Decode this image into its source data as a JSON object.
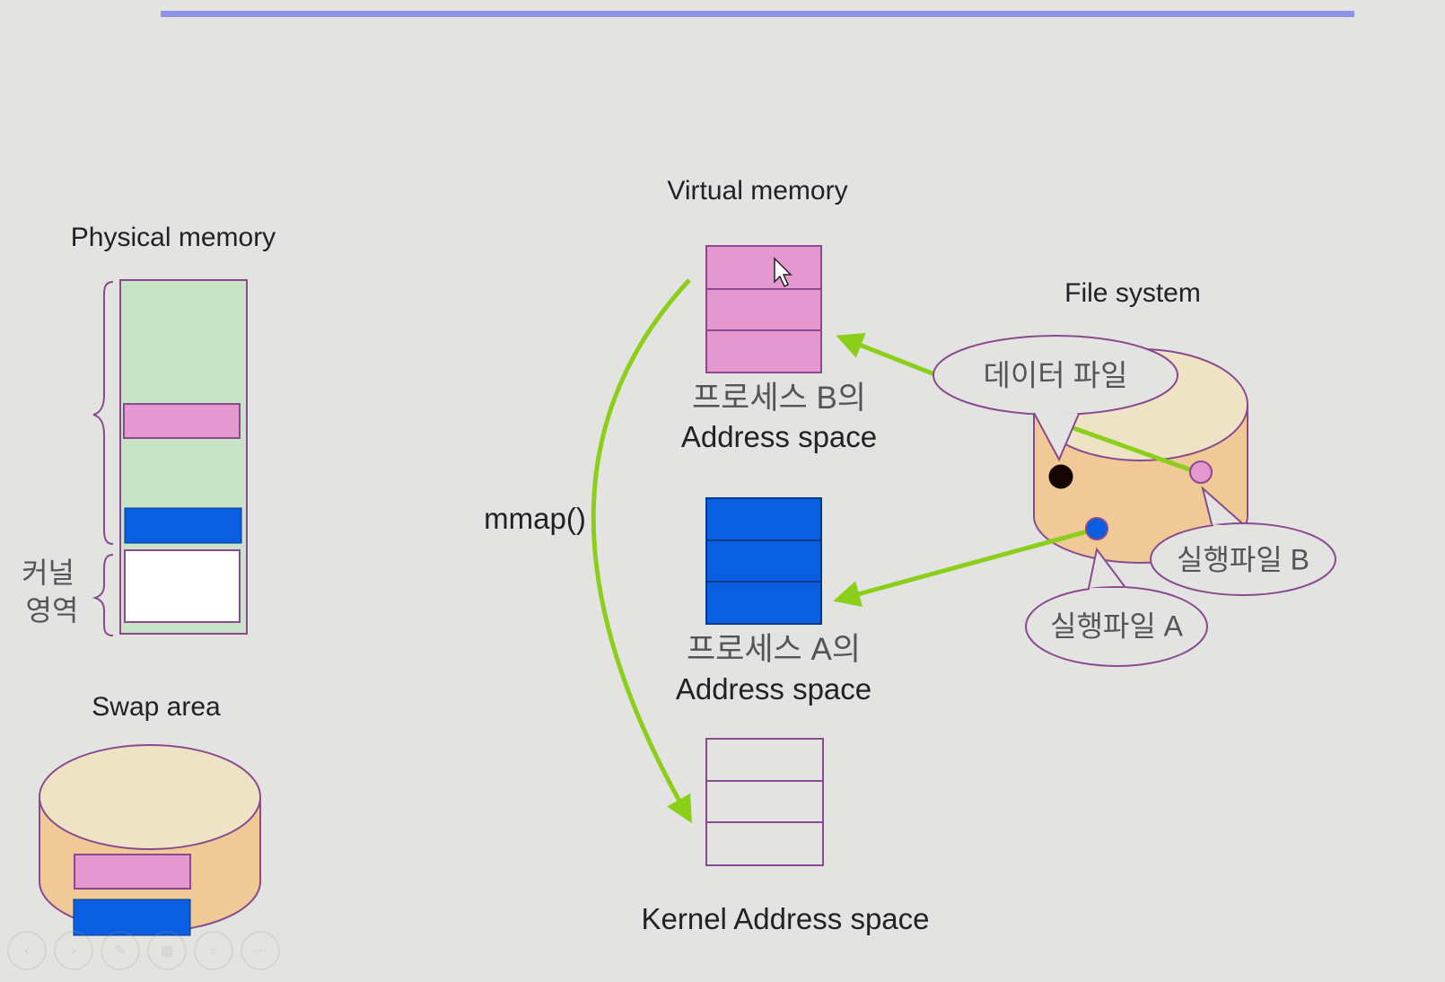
{
  "labels": {
    "physical_memory": "Physical memory",
    "kernel_area": "커널\n영역",
    "swap_area": "Swap area",
    "virtual_memory": "Virtual memory",
    "process_b_title": "프로세스 B의",
    "process_b_sub": "Address space",
    "process_a_title": "프로세스 A의",
    "process_a_sub": "Address space",
    "kernel_address_space": "Kernel Address space",
    "mmap": "mmap()",
    "file_system": "File system",
    "data_file": "데이터 파일",
    "exec_file_b": "실행파일 B",
    "exec_file_a": "실행파일 A"
  },
  "colors": {
    "background": "#e3e3e1",
    "header_rule": "#8f93e6",
    "physical_memory_fill": "#c8e3c8",
    "process_b_pink": "#e597cf",
    "process_a_blue": "#0a5fe0",
    "disk_side": "#efc996",
    "disk_top": "#efe3c6",
    "arrow_green": "#8ccf1a",
    "outline": "#8a4a8e"
  },
  "icons": {
    "cursor": "mouse-pointer-icon",
    "player_controls": [
      "prev-icon",
      "next-icon",
      "pen-icon",
      "slide-icon",
      "zoom-icon",
      "more-icon"
    ]
  }
}
